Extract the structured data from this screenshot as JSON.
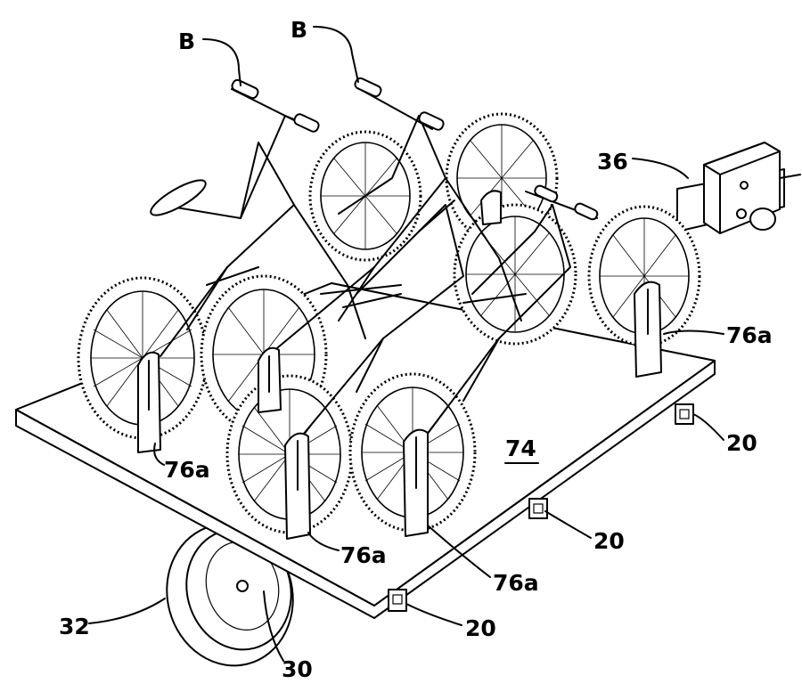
{
  "labels": {
    "bike_1": "B",
    "bike_2": "B",
    "hitch": "36",
    "stand_right": "76a",
    "stand_left": "76a",
    "stand_front_left": "76a",
    "stand_front_right": "76a",
    "platform": "74",
    "support_right": "20",
    "support_mid": "20",
    "support_front": "20",
    "wheel": "32",
    "axle": "30"
  }
}
